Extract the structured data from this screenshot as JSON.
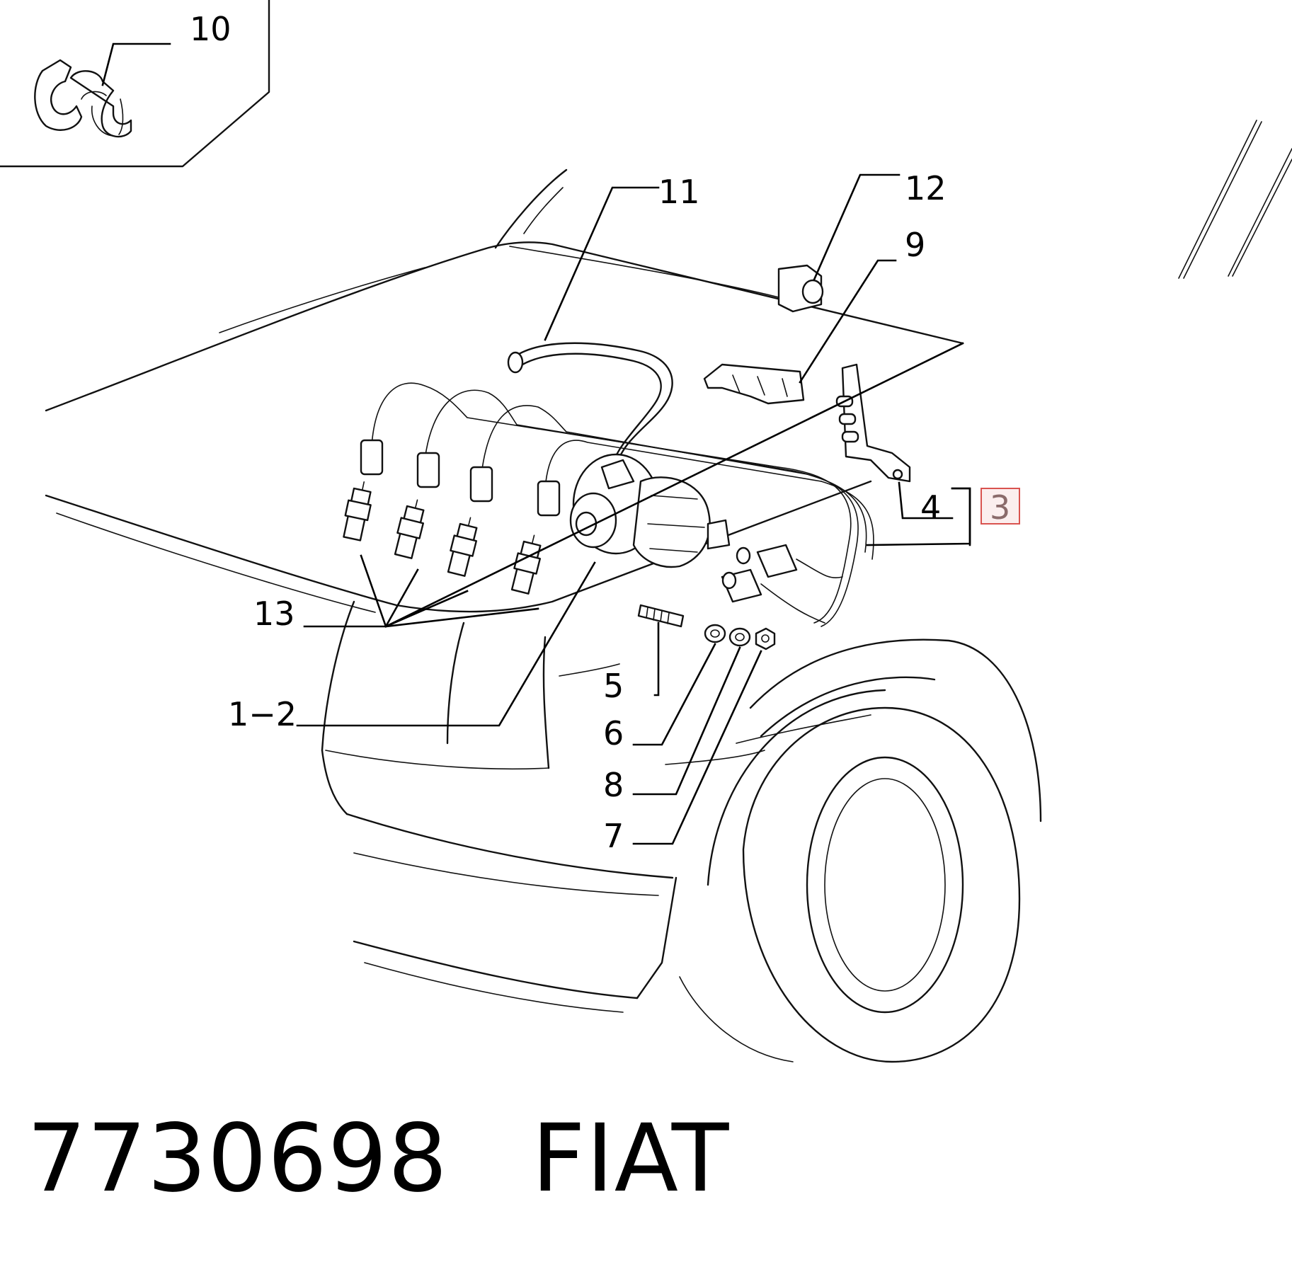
{
  "footer": {
    "part_number": "7730698",
    "brand": "FIAT"
  },
  "callouts": {
    "c10": "10",
    "c11": "11",
    "c12": "12",
    "c9": "9",
    "c4": "4",
    "c3": "3",
    "c13": "13",
    "c5": "5",
    "c12b": "1−2",
    "c6": "6",
    "c8": "8",
    "c7": "7"
  },
  "highlight": {
    "callout": "3",
    "border_color": "#d9534f",
    "text_color": "#8a6a6a"
  }
}
